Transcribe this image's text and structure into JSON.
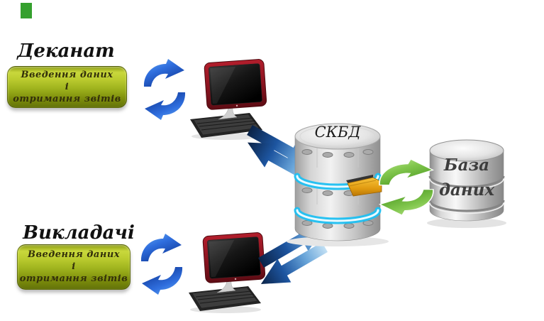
{
  "dekanat": {
    "title": "Деканат",
    "box": {
      "line1": "Введення даних",
      "line2": "і",
      "line3": "отримання звітів"
    }
  },
  "vykladachi": {
    "title": "Викладачі",
    "box": {
      "line1": "Введення даних",
      "line2": "і",
      "line3": "отримання звітів"
    }
  },
  "dbms": {
    "label": "СКБД"
  },
  "database": {
    "label_line1": "База",
    "label_line2": "даних"
  },
  "icons": {
    "sync_top": "sync-arrows-icon",
    "sync_bottom": "sync-arrows-icon",
    "sync_green": "recycle-sync-icon",
    "transfer_top": "data-transfer-arrows-icon",
    "transfer_bottom": "data-transfer-arrows-icon",
    "computer_top": "computer-icon",
    "computer_bottom": "computer-icon",
    "server_stack": "dbms-server-stack-icon",
    "database_cylinder": "database-cylinder-icon",
    "folder": "folder-drawer-icon"
  },
  "colors": {
    "box_green_light": "#c9d83c",
    "box_green_dark": "#647309",
    "sync_blue": "#2f6ede",
    "sync_green": "#82c74e",
    "arrow_navy": "#0b2347",
    "arrow_light": "#c2e0f4",
    "ring_cyan": "#1fc0f2",
    "monitor_red": "#8c1420",
    "folder_orange": "#f0a918",
    "metal_silver": "#d4d4d4",
    "marker_green": "#35a02e"
  }
}
